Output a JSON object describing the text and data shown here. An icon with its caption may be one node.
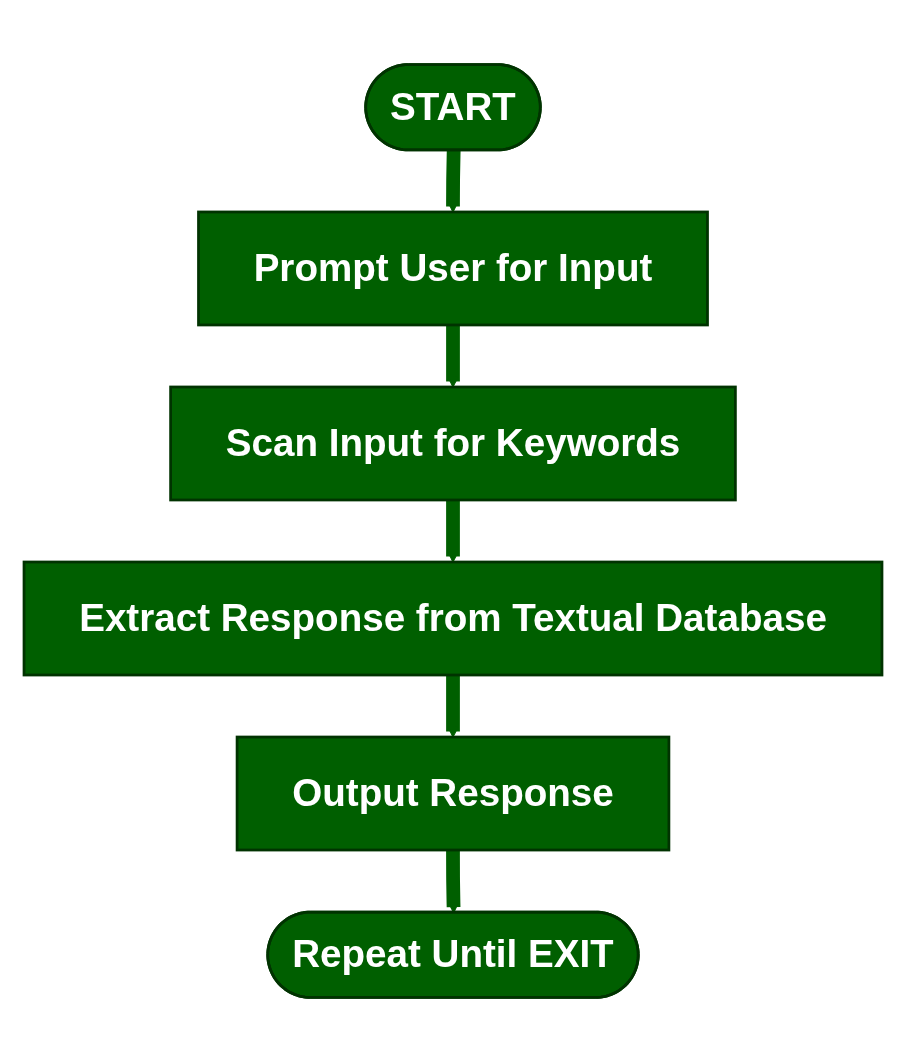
{
  "diagram": {
    "nodes": [
      {
        "text": [
          "START"
        ]
      },
      {
        "text": [
          "Prompt User for Input"
        ]
      },
      {
        "text": [
          "Scan Input for Keywords"
        ]
      },
      {
        "text": [
          "Extract Response from Textual Database"
        ]
      },
      {
        "text": [
          "Output Response"
        ]
      },
      {
        "text": [
          "Repeat Until EXIT"
        ]
      }
    ],
    "edges": [
      {
        "from": 0,
        "to": 1,
        "arrow": "to"
      },
      {
        "from": 1,
        "to": 2,
        "arrow": "to"
      },
      {
        "from": 2,
        "to": 3,
        "arrow": "to"
      },
      {
        "from": 3,
        "to": 4,
        "arrow": "to"
      },
      {
        "from": 4,
        "to": 5,
        "arrow": "to"
      }
    ]
  }
}
